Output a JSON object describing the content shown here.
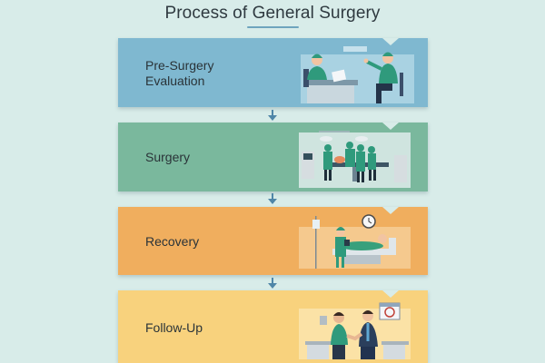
{
  "title": "Process of General Surgery",
  "colors": {
    "background": "#d8ece9",
    "accent": "#6ea4bd",
    "arrow": "#4f86a8",
    "step_evaluation": "#7fb8d0",
    "step_surgery": "#7ab89d",
    "step_recovery": "#f0ae5e",
    "step_followup": "#f8d27d"
  },
  "steps": [
    {
      "label_line1": "Pre-Surgery",
      "label_line2": "Evaluation",
      "icon": "doctor-consultation-illustration"
    },
    {
      "label": "Surgery",
      "icon": "operating-room-illustration"
    },
    {
      "label": "Recovery",
      "icon": "hospital-bed-recovery-illustration"
    },
    {
      "label": "Follow-Up",
      "icon": "handshake-followup-illustration"
    }
  ]
}
